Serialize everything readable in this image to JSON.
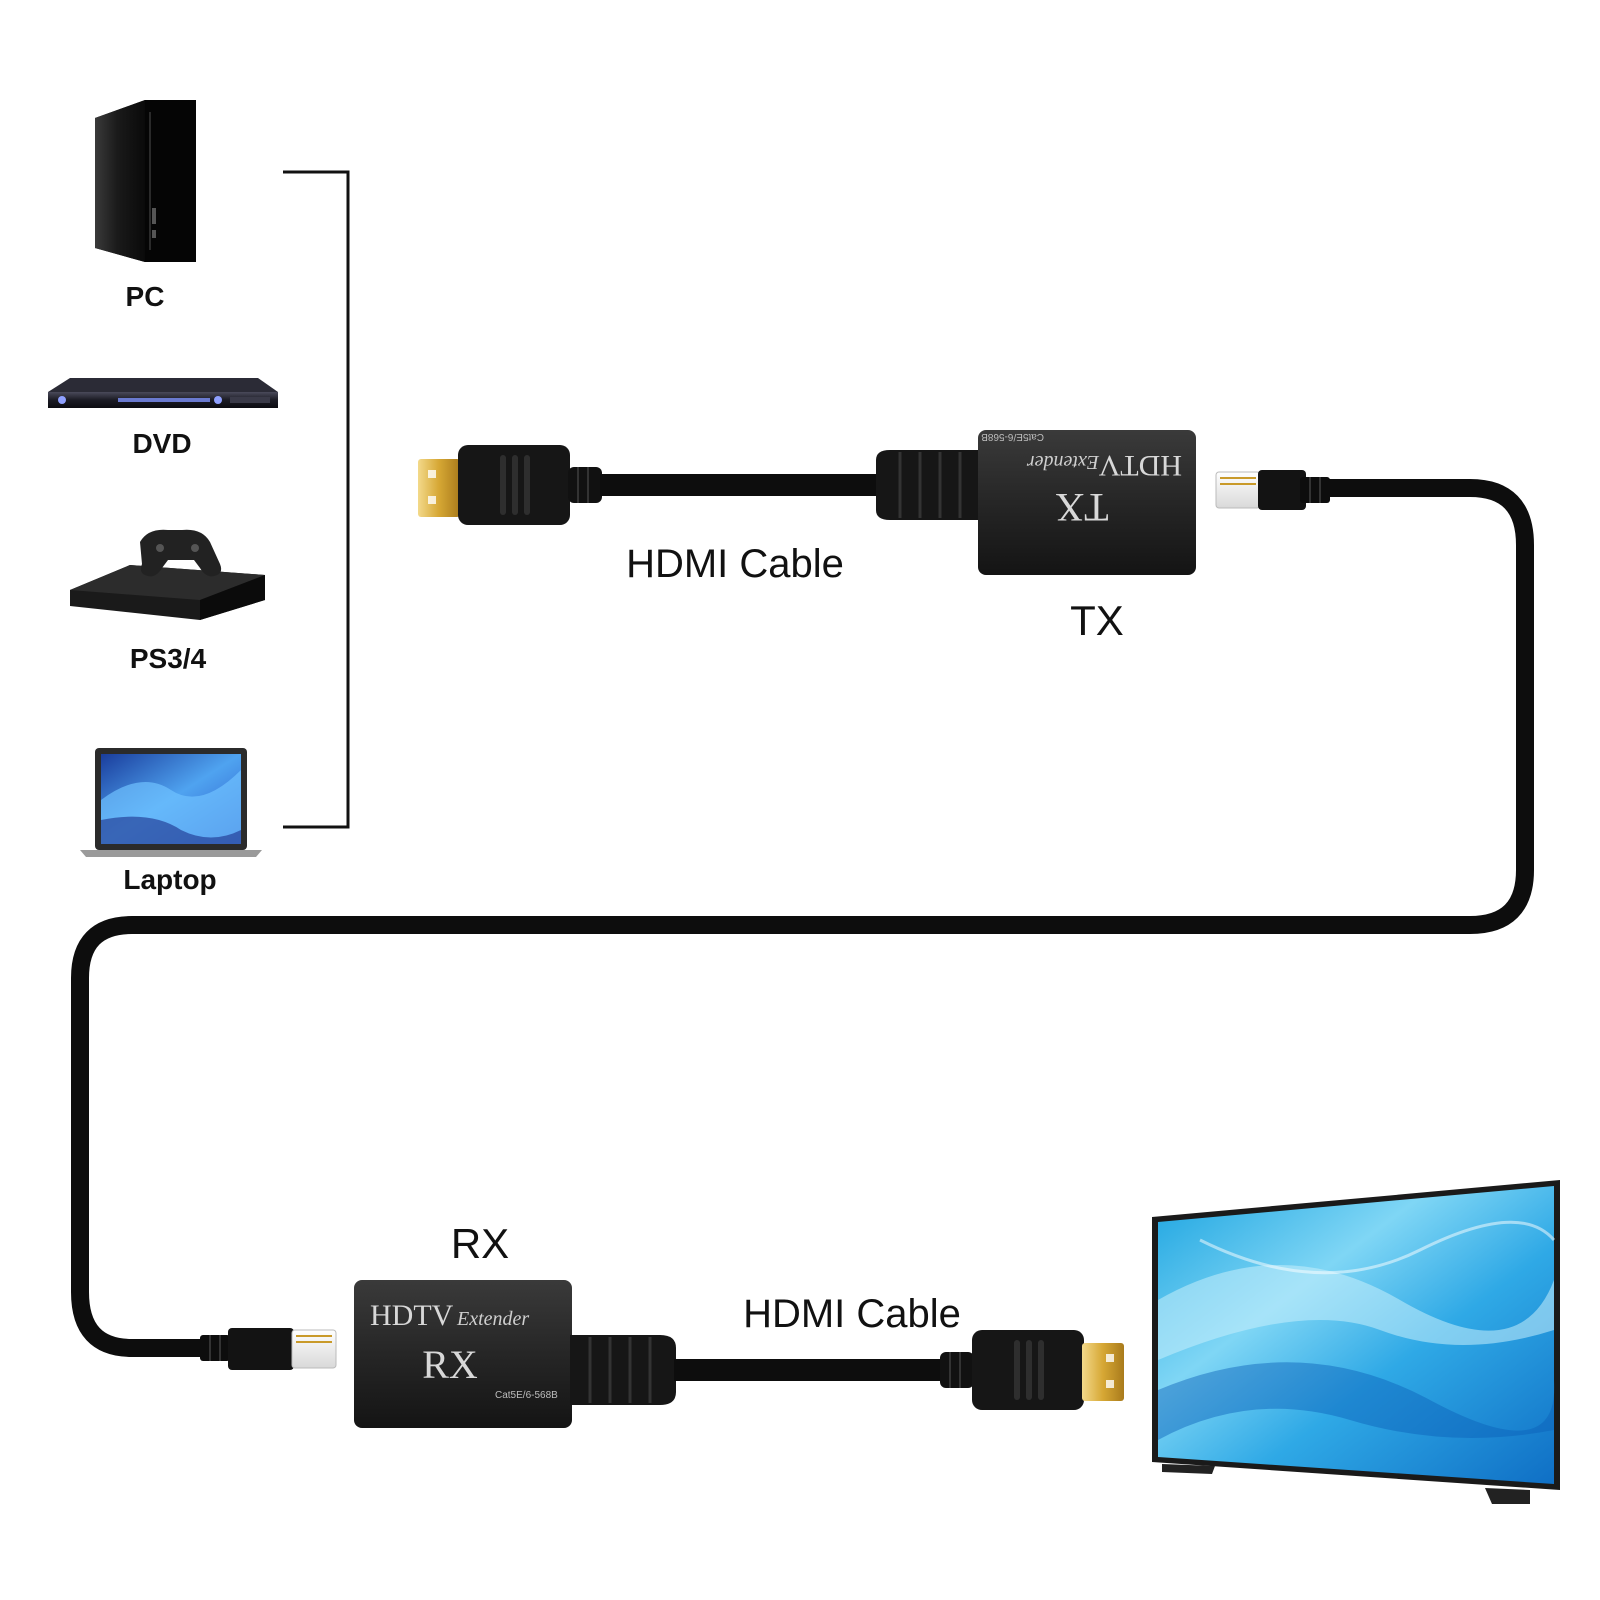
{
  "sources": [
    {
      "label": "PC",
      "icon": "pc-tower-icon"
    },
    {
      "label": "DVD",
      "icon": "dvd-player-icon"
    },
    {
      "label": "PS3/4",
      "icon": "game-console-icon"
    },
    {
      "label": "Laptop",
      "icon": "laptop-icon"
    }
  ],
  "cable_labels": {
    "top": "HDMI Cable",
    "bottom": "HDMI Cable"
  },
  "tx": {
    "caption": "TX",
    "brand": "HDTV",
    "brand_sub": "Extender",
    "mode": "TX",
    "spec": "Cat5E/6-568B"
  },
  "rx": {
    "caption": "RX",
    "brand": "HDTV",
    "brand_sub": "Extender",
    "mode": "RX",
    "spec": "Cat5E/6-568B"
  },
  "display": {
    "icon": "tv-screen-icon"
  },
  "colors": {
    "cable": "#0d0d0d",
    "device_body": "#2a2a2a",
    "hdmi_gold": "#d9a93a",
    "tv_blue": "#3ab0e6"
  }
}
